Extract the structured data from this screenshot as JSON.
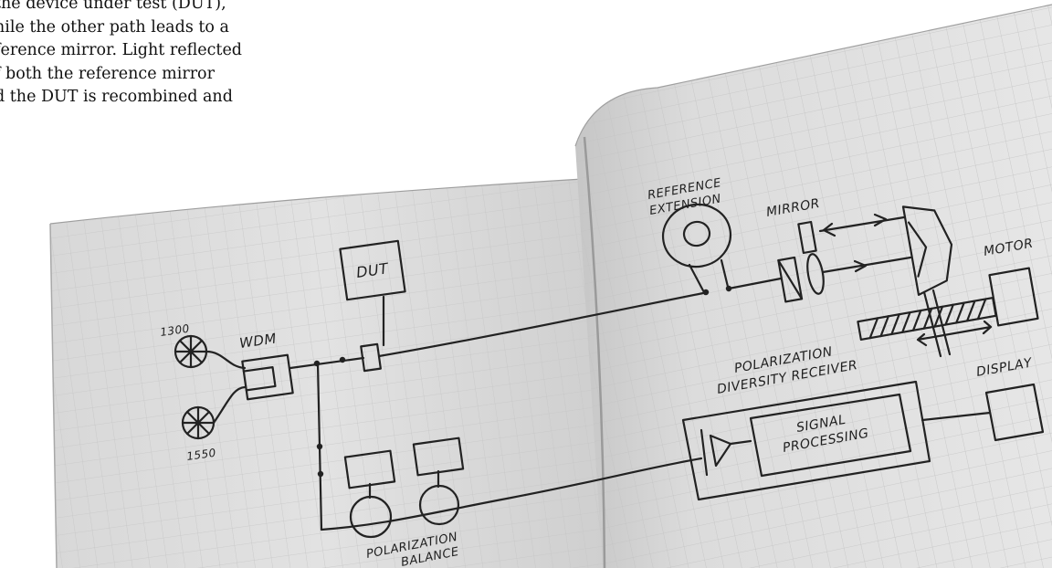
{
  "text_excerpt": {
    "lines": [
      "the device under test (DUT),",
      "hile the other path leads to a",
      "ference mirror. Light reflected",
      "f both the reference mirror",
      "d the DUT is recombined and"
    ]
  },
  "diagram": {
    "sources": [
      "1300",
      "1550"
    ],
    "wdm": "WDM",
    "dut": "DUT",
    "reference_extension": [
      "REFERENCE",
      "EXTENSION"
    ],
    "mirror": "MIRROR",
    "motor": "MOTOR",
    "receiver_title": [
      "POLARIZATION",
      "DIVERSITY RECEIVER"
    ],
    "signal_processing": [
      "SIGNAL",
      "PROCESSING"
    ],
    "display": "DISPLAY",
    "polarization_balance": [
      "POLARIZATION",
      "BALANCE"
    ]
  }
}
